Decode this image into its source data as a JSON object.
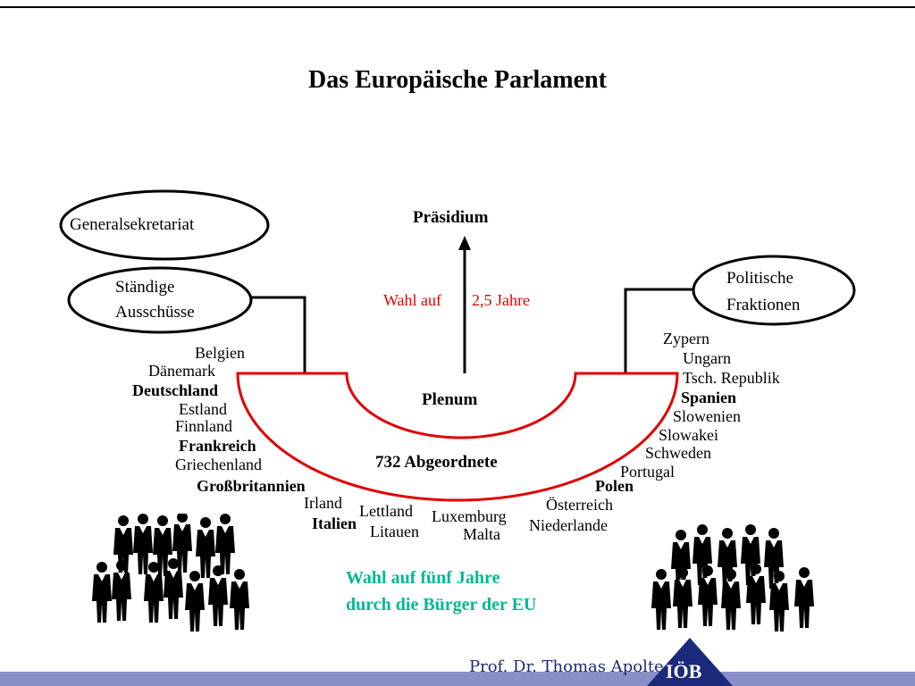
{
  "title": "Das Europäische Parlament",
  "nodes": {
    "generalsekretariat": "Generalsekretariat",
    "ausschuesse_line1": "Ständige",
    "ausschuesse_line2": "Ausschüsse",
    "fraktionen_line1": "Politische",
    "fraktionen_line2": "Fraktionen",
    "praesidium": "Präsidium",
    "plenum": "Plenum",
    "abgeordnete": "732 Abgeordnete"
  },
  "wahl_praesidium": {
    "left": "Wahl auf",
    "right": "2,5 Jahre"
  },
  "wahl_buerger": {
    "line1": "Wahl auf fünf Jahre",
    "line2": "durch die Bürger der EU"
  },
  "countries": [
    {
      "name": "Belgien",
      "bold": false
    },
    {
      "name": "Dänemark",
      "bold": false
    },
    {
      "name": "Deutschland",
      "bold": true
    },
    {
      "name": "Estland",
      "bold": false
    },
    {
      "name": "Finnland",
      "bold": false
    },
    {
      "name": "Frankreich",
      "bold": true
    },
    {
      "name": "Griechenland",
      "bold": false
    },
    {
      "name": "Großbritannien",
      "bold": true
    },
    {
      "name": "Irland",
      "bold": false
    },
    {
      "name": "Italien",
      "bold": true
    },
    {
      "name": "Lettland",
      "bold": false
    },
    {
      "name": "Litauen",
      "bold": false
    },
    {
      "name": "Luxemburg",
      "bold": false
    },
    {
      "name": "Malta",
      "bold": false
    },
    {
      "name": "Niederlande",
      "bold": false
    },
    {
      "name": "Österreich",
      "bold": false
    },
    {
      "name": "Polen",
      "bold": true
    },
    {
      "name": "Portugal",
      "bold": false
    },
    {
      "name": "Schweden",
      "bold": false
    },
    {
      "name": "Slowakei",
      "bold": false
    },
    {
      "name": "Slowenien",
      "bold": false
    },
    {
      "name": "Spanien",
      "bold": true
    },
    {
      "name": "Tsch. Republik",
      "bold": false
    },
    {
      "name": "Ungarn",
      "bold": false
    },
    {
      "name": "Zypern",
      "bold": false
    }
  ],
  "footer": {
    "author": "Prof. Dr. Thomas Apolte",
    "logo": "IÖB"
  },
  "colors": {
    "hemicycle": "#e00000",
    "election": "#e00000",
    "citizens": "#00b894",
    "footer": "#8b8fc9"
  }
}
